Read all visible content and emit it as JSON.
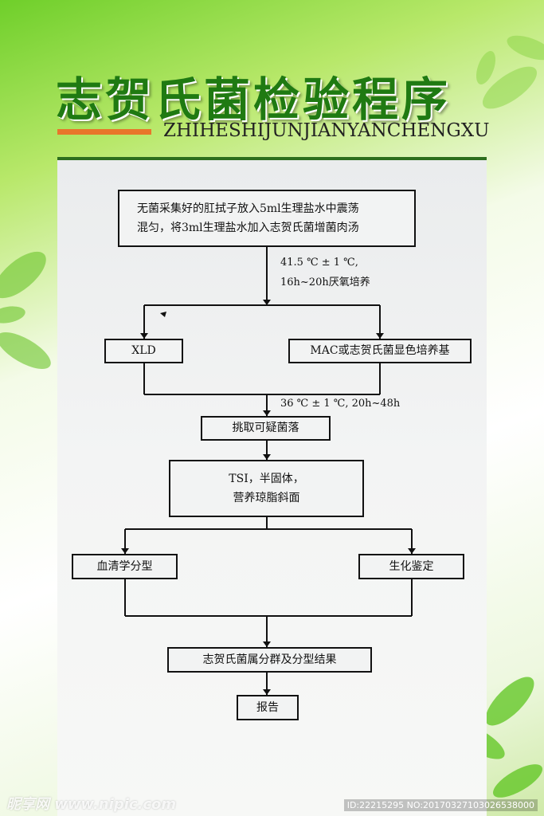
{
  "header": {
    "title": "志贺氏菌检验程序",
    "subtitle": "ZHIHESHIJUNJIANYANCHENGXU"
  },
  "flow": {
    "step1_line1": "无菌采集好的肛拭子放入5ml生理盐水中震荡",
    "step1_line2": "混匀，将3ml生理盐水加入志贺氏菌增菌肉汤",
    "cond1_line1": "41.5 ℃ ± 1 ℃,",
    "cond1_line2": "16h~20h厌氧培养",
    "media_left": "XLD",
    "media_right": "MAC或志贺氏菌显色培养基",
    "cond2": "36 ℃ ± 1 ℃, 20h~48h",
    "pick_colonies": "挑取可疑菌落",
    "tsi_line1": "TSI，半固体，",
    "tsi_line2": "营养琼脂斜面",
    "serotyping": "血清学分型",
    "biochem": "生化鉴定",
    "result": "志贺氏菌属分群及分型结果",
    "report": "报告"
  },
  "watermark": {
    "site": "昵享网 www.nipic.com",
    "id": "ID:22215295 NO:20170327103026538000"
  },
  "colors": {
    "title_green": "#1f7a12",
    "accent_orange": "#e8762a",
    "rule_green": "#2d6e1e"
  }
}
